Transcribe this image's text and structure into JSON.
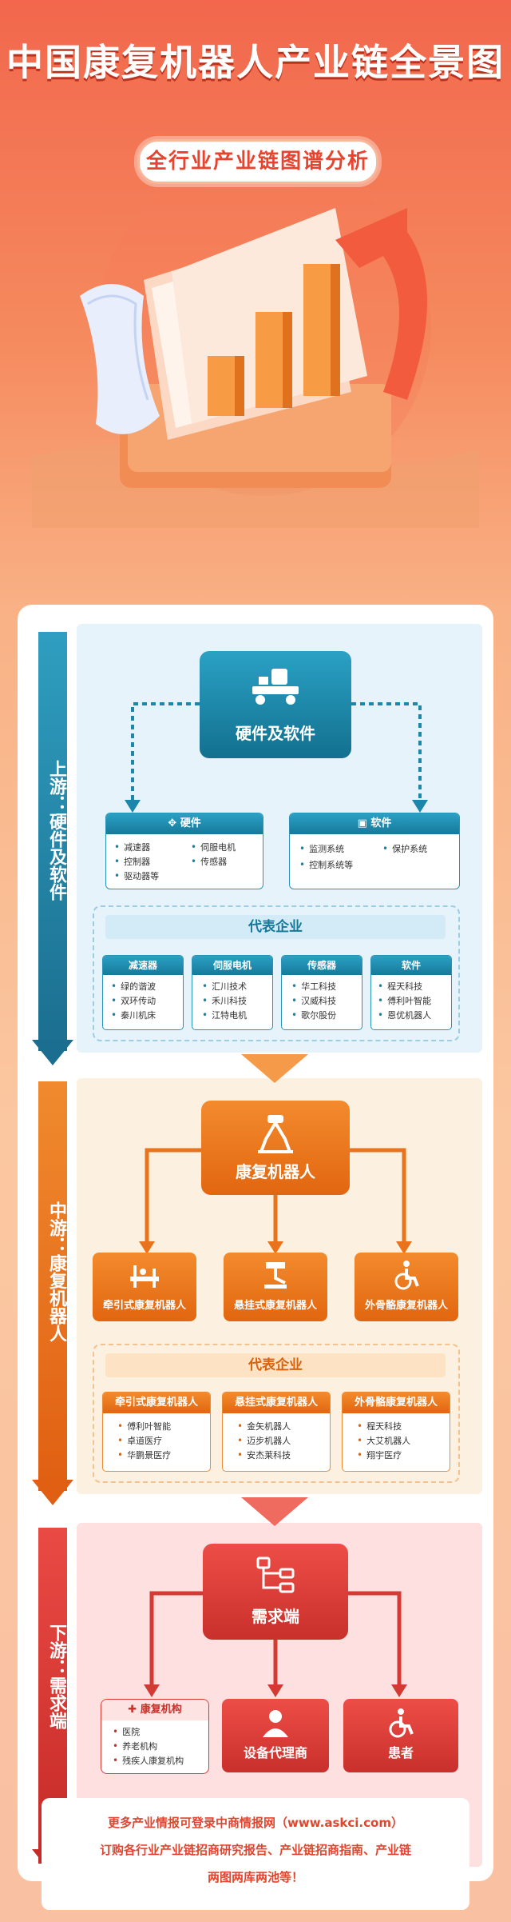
{
  "header": {
    "title": "中国康复机器人产业链全景图",
    "subtitle": "全行业产业链图谱分析"
  },
  "upstream": {
    "side_label": "上游：硬件及软件",
    "hub": "硬件及软件",
    "hardware": {
      "title": "硬件",
      "items": [
        "减速器",
        "伺服电机",
        "控制器",
        "传感器",
        "驱动器等"
      ]
    },
    "software": {
      "title": "软件",
      "items": [
        "监测系统",
        "保护系统",
        "控制系统等"
      ]
    },
    "rep_title": "代表企业",
    "companies": [
      {
        "title": "减速器",
        "items": [
          "绿的谐波",
          "双环传动",
          "秦川机床"
        ]
      },
      {
        "title": "伺服电机",
        "items": [
          "汇川技术",
          "禾川科技",
          "江特电机"
        ]
      },
      {
        "title": "传感器",
        "items": [
          "华工科技",
          "汉威科技",
          "歌尔股份"
        ]
      },
      {
        "title": "软件",
        "items": [
          "程天科技",
          "傅利叶智能",
          "恩优机器人"
        ]
      }
    ]
  },
  "midstream": {
    "side_label": "中游：康复机器人",
    "hub": "康复机器人",
    "categories": [
      "牵引式康复机器人",
      "悬挂式康复机器人",
      "外骨骼康复机器人"
    ],
    "rep_title": "代表企业",
    "companies": [
      {
        "title": "牵引式康复机器人",
        "items": [
          "傅利叶智能",
          "卓道医疗",
          "华鹏景医疗"
        ]
      },
      {
        "title": "悬挂式康复机器人",
        "items": [
          "金矢机器人",
          "迈步机器人",
          "安杰莱科技"
        ]
      },
      {
        "title": "外骨骼康复机器人",
        "items": [
          "程天科技",
          "大艾机器人",
          "翔宇医疗"
        ]
      }
    ]
  },
  "downstream": {
    "side_label": "下游：需求端",
    "hub": "需求端",
    "institutions": {
      "title": "康复机构",
      "items": [
        "医院",
        "养老机构",
        "残疾人康复机构"
      ]
    },
    "agents": "设备代理商",
    "patients": "患者"
  },
  "footer": {
    "line1": "更多产业情报可登录中商情报网（www.askci.com）",
    "line2": "订购各行业产业链招商研究报告、产业链招商指南、产业链",
    "line3": "两图两库两池等！"
  },
  "colors": {
    "upstream": "#17799a",
    "midstream": "#e2660f",
    "downstream": "#c9302b",
    "title_red": "#e8432e"
  }
}
